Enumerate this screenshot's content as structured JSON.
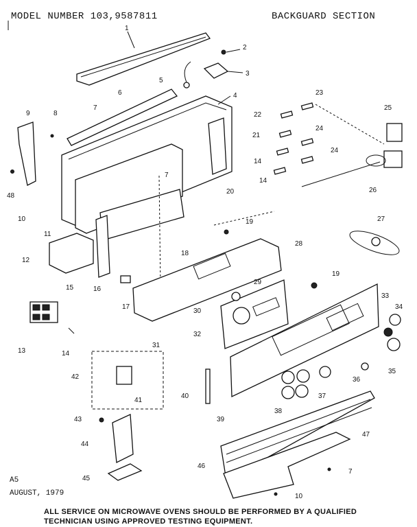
{
  "header": {
    "model": "MODEL NUMBER 103,9587811",
    "section": "BACKGUARD SECTION"
  },
  "footer": {
    "code": "A5",
    "date": "AUGUST, 1979",
    "note_line1": "ALL SERVICE ON MICROWAVE OVENS SHOULD BE PERFORMED BY A QUALIFIED",
    "note_line2": "TECHNICIAN USING APPROVED TESTING EQUIPMENT."
  },
  "callouts": {
    "c1": "1",
    "c2": "2",
    "c3": "3",
    "c4": "4",
    "c5": "5",
    "c6": "6",
    "c7a": "7",
    "c7b": "7",
    "c7c": "7",
    "c8": "8",
    "c9": "9",
    "c10a": "10",
    "c10b": "10",
    "c11": "11",
    "c12": "12",
    "c13": "13",
    "c14a": "14",
    "c14b": "14",
    "c14c": "14",
    "c15": "15",
    "c16": "16",
    "c17": "17",
    "c18": "18",
    "c19a": "19",
    "c19b": "19",
    "c20": "20",
    "c21": "21",
    "c22": "22",
    "c23": "23",
    "c24a": "24",
    "c24b": "24",
    "c25": "25",
    "c26": "26",
    "c27": "27",
    "c28": "28",
    "c29": "29",
    "c30": "30",
    "c31": "31",
    "c32": "32",
    "c33": "33",
    "c34": "34",
    "c35": "35",
    "c36": "36",
    "c37": "37",
    "c38": "38",
    "c39": "39",
    "c40": "40",
    "c41": "41",
    "c42": "42",
    "c43": "43",
    "c44": "44",
    "c45": "45",
    "c46": "46",
    "c47": "47",
    "c48": "48"
  }
}
